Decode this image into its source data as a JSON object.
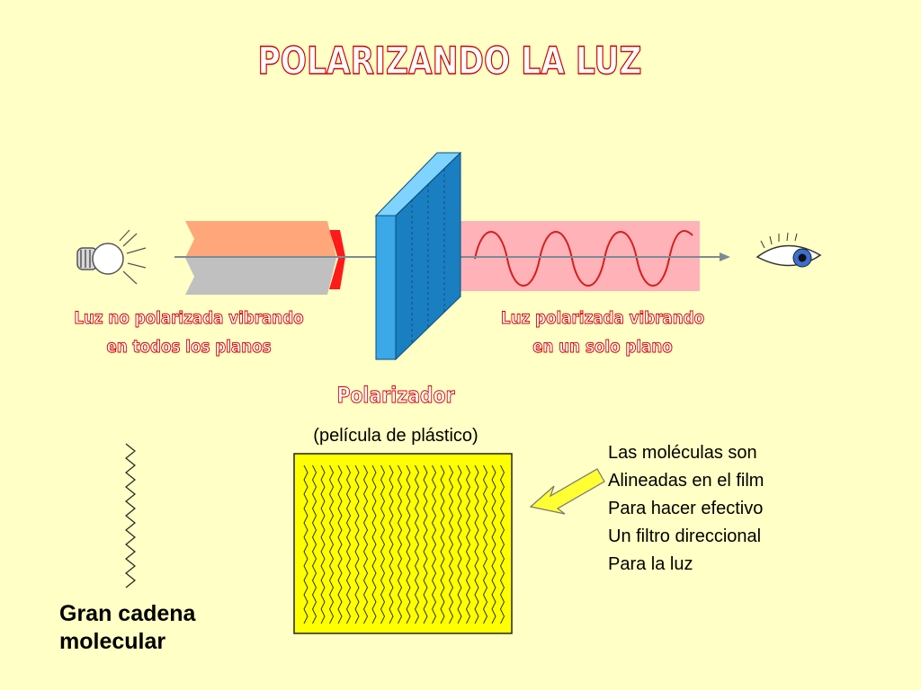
{
  "title": "POLARIZANDO LA LUZ",
  "captions": {
    "left": [
      "Luz no polarizada vibrando",
      "en todos los planos"
    ],
    "right": [
      "Luz polarizada vibrando",
      "en un solo plano"
    ]
  },
  "polarizer": {
    "label": "Polarizador",
    "film_caption": "(película de plástico)"
  },
  "molecules_text": [
    "Las moléculas son",
    "Alineadas en el film",
    "Para hacer efectivo",
    "Un filtro direccional",
    "Para la luz"
  ],
  "chain_label": [
    "Gran cadena",
    "molecular"
  ],
  "colors": {
    "background": "#ffffc6",
    "title_outline": "#d10000",
    "unpolarized_top": "#ffa77a",
    "unpolarized_bottom": "#c0c0c0",
    "polarized_band": "#ffb3b8",
    "wave": "#d81e1e",
    "polarizer_face": "#2d9be0",
    "film": "#ffff00"
  },
  "icons": [
    "light-bulb-icon",
    "eye-icon",
    "pointer-arrow-icon"
  ]
}
